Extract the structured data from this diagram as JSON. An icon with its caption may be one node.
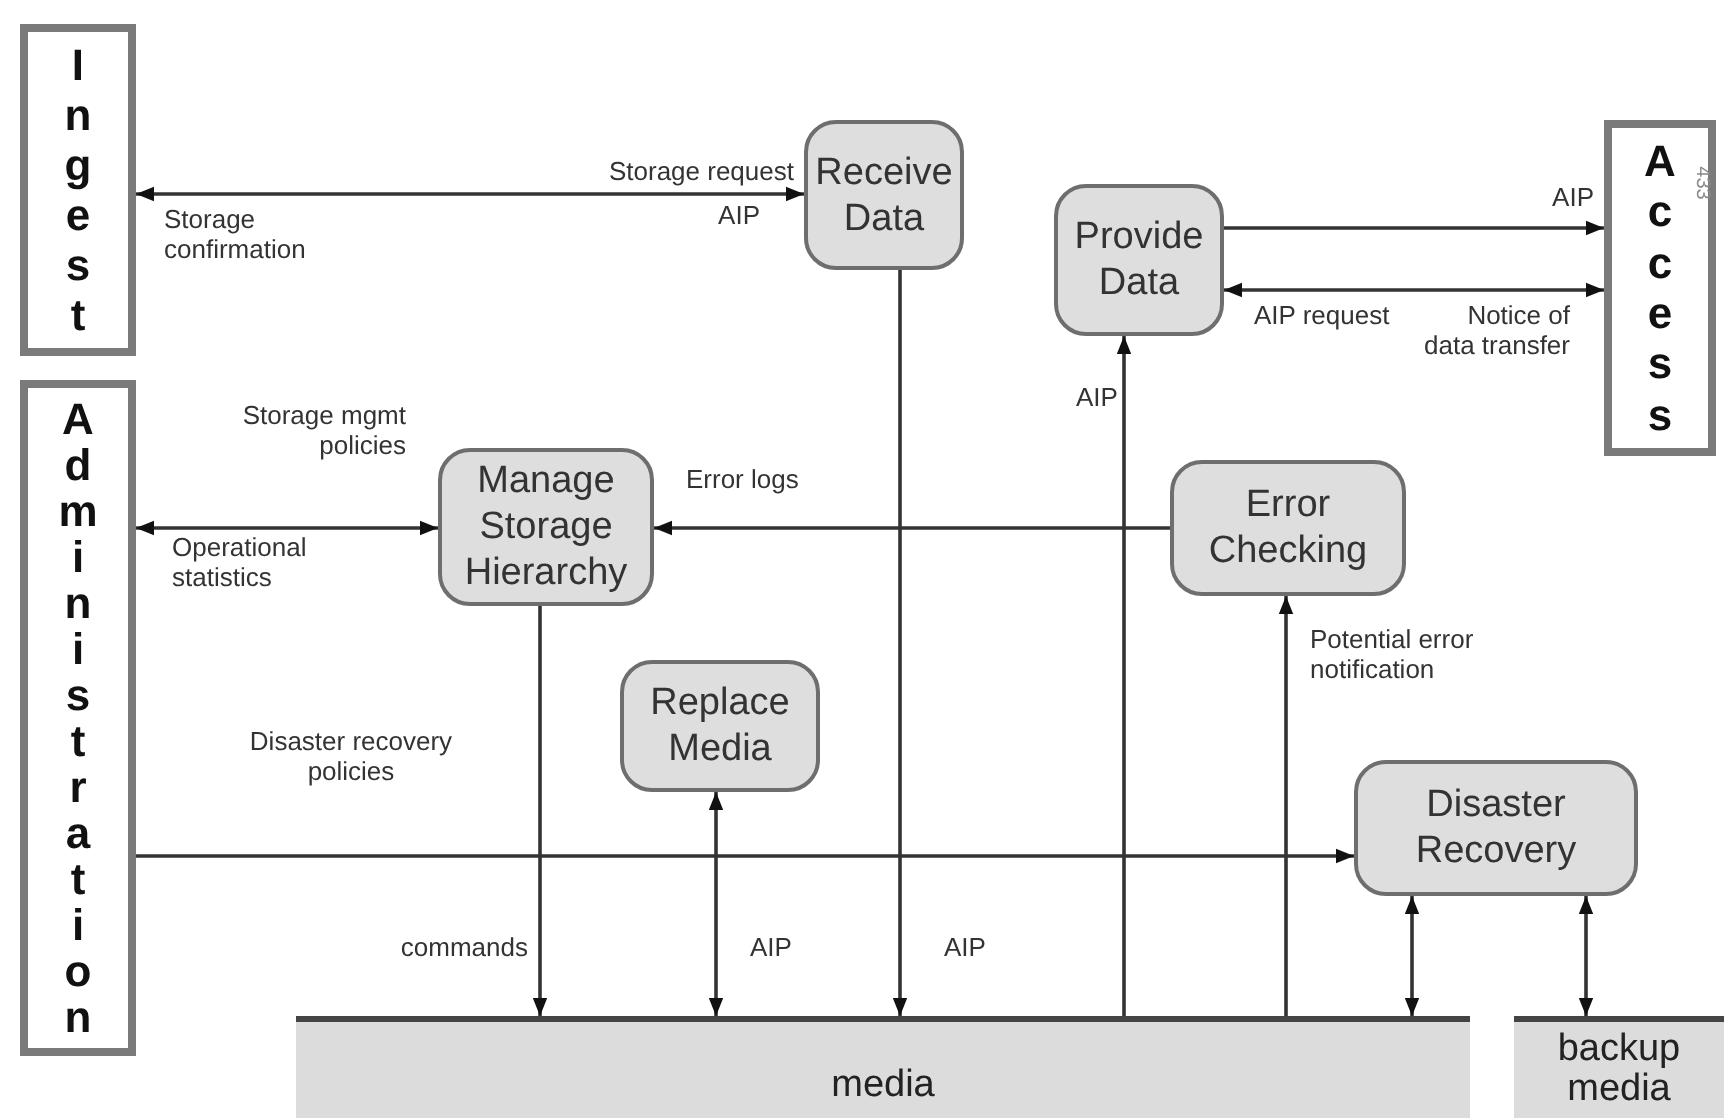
{
  "diagram": {
    "nodes": [
      {
        "text": [
          "Ingest"
        ]
      },
      {
        "text": [
          "Administration"
        ]
      },
      {
        "text": [
          "Receive Data"
        ]
      },
      {
        "text": [
          "Provide Data"
        ]
      },
      {
        "text": [
          "Access"
        ]
      },
      {
        "text": [
          "Manage Storage Hierarchy"
        ]
      },
      {
        "text": [
          "Error Checking"
        ]
      },
      {
        "text": [
          "Replace Media"
        ]
      },
      {
        "text": [
          "Disaster Recovery"
        ]
      },
      {
        "text": [
          "media"
        ]
      },
      {
        "text": [
          "backup media"
        ]
      }
    ],
    "edges": [
      {
        "from": 0,
        "to": 2,
        "arrow": "both",
        "label": "Storage request"
      },
      {
        "from": 1,
        "to": 5,
        "arrow": "both",
        "label": "Storage mgmt policies"
      },
      {
        "from": 6,
        "to": 5,
        "arrow": "to",
        "label": "Error logs"
      },
      {
        "from": 3,
        "to": 4,
        "arrow": "to",
        "label": "AIP"
      },
      {
        "from": 3,
        "to": 4,
        "arrow": "both",
        "label": "AIP request"
      },
      {
        "from": 9,
        "to": 3,
        "arrow": "to",
        "label": "AIP"
      },
      {
        "from": 9,
        "to": 6,
        "arrow": "to",
        "label": "Potential error notification"
      },
      {
        "from": 1,
        "to": 8,
        "arrow": "to",
        "label": "Disaster recovery policies"
      },
      {
        "from": 5,
        "to": 9,
        "arrow": "to",
        "label": "commands"
      },
      {
        "from": 7,
        "to": 9,
        "arrow": "both",
        "label": "AIP"
      },
      {
        "from": 2,
        "to": 9,
        "arrow": "to",
        "label": "AIP"
      },
      {
        "from": 8,
        "to": 9,
        "arrow": "both"
      },
      {
        "from": 8,
        "to": 10,
        "arrow": "both"
      }
    ],
    "labels": [
      "433",
      "AIP",
      "Storage confirmation",
      "Notice of data transfer",
      "Operational statistics"
    ]
  }
}
